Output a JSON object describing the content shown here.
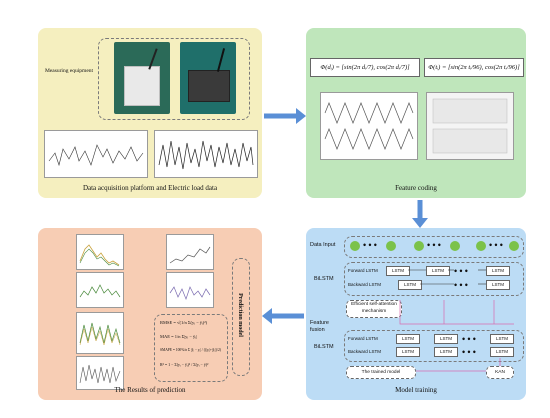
{
  "panels": {
    "data": {
      "caption": "Data acquisition platform and Electric load data",
      "equipment_label": "Measuring equipment"
    },
    "feature": {
      "caption": "Feature coding",
      "formula_left": "Φ(dᵢ) = [sin(2π dᵢ/7), cos(2π dᵢ/7)]",
      "formula_right": "Φ(tᵢ) = [sin(2π tᵢ/96), cos(2π tᵢ/96)]"
    },
    "model": {
      "caption": "Model training",
      "data_input_label": "Data Input",
      "bilstm_label_1": "BiLSTM",
      "bilstm_label_2": "BiLSTM",
      "feature_fusion_label": "Feature fusion",
      "forward_lstm": "Forward LSTM",
      "backward_lstm": "Backward LSTM",
      "lstm_cell": "LSTM",
      "attention_label": "Efficient self-attention mechanism",
      "trained_model_label": "The trained model",
      "kan_label": "KAN"
    },
    "results": {
      "caption": "The Results of prediction",
      "prediction_model_label": "Prediction model",
      "metric_rmse": "RMSE = √(1/n Σ(yᵢ − ŷᵢ)²)",
      "metric_mae": "MAE = 1/n Σ|yᵢ − ŷᵢ|",
      "metric_smape": "SMAPE = 100%/n Σ |ŷᵢ − yᵢ| / ((|yᵢ|+|ŷᵢ|)/2)",
      "metric_r2": "R² = 1 − Σ(yᵢ − ŷᵢ)² / Σ(yᵢ − ȳ)²"
    }
  },
  "colors": {
    "data_panel": "#f5efbf",
    "feature_panel": "#bfe6bb",
    "model_panel": "#bcdcf5",
    "results_panel": "#f7cdb4",
    "flow_arrow": "#5a8fd6",
    "node": "#7bc24a"
  }
}
